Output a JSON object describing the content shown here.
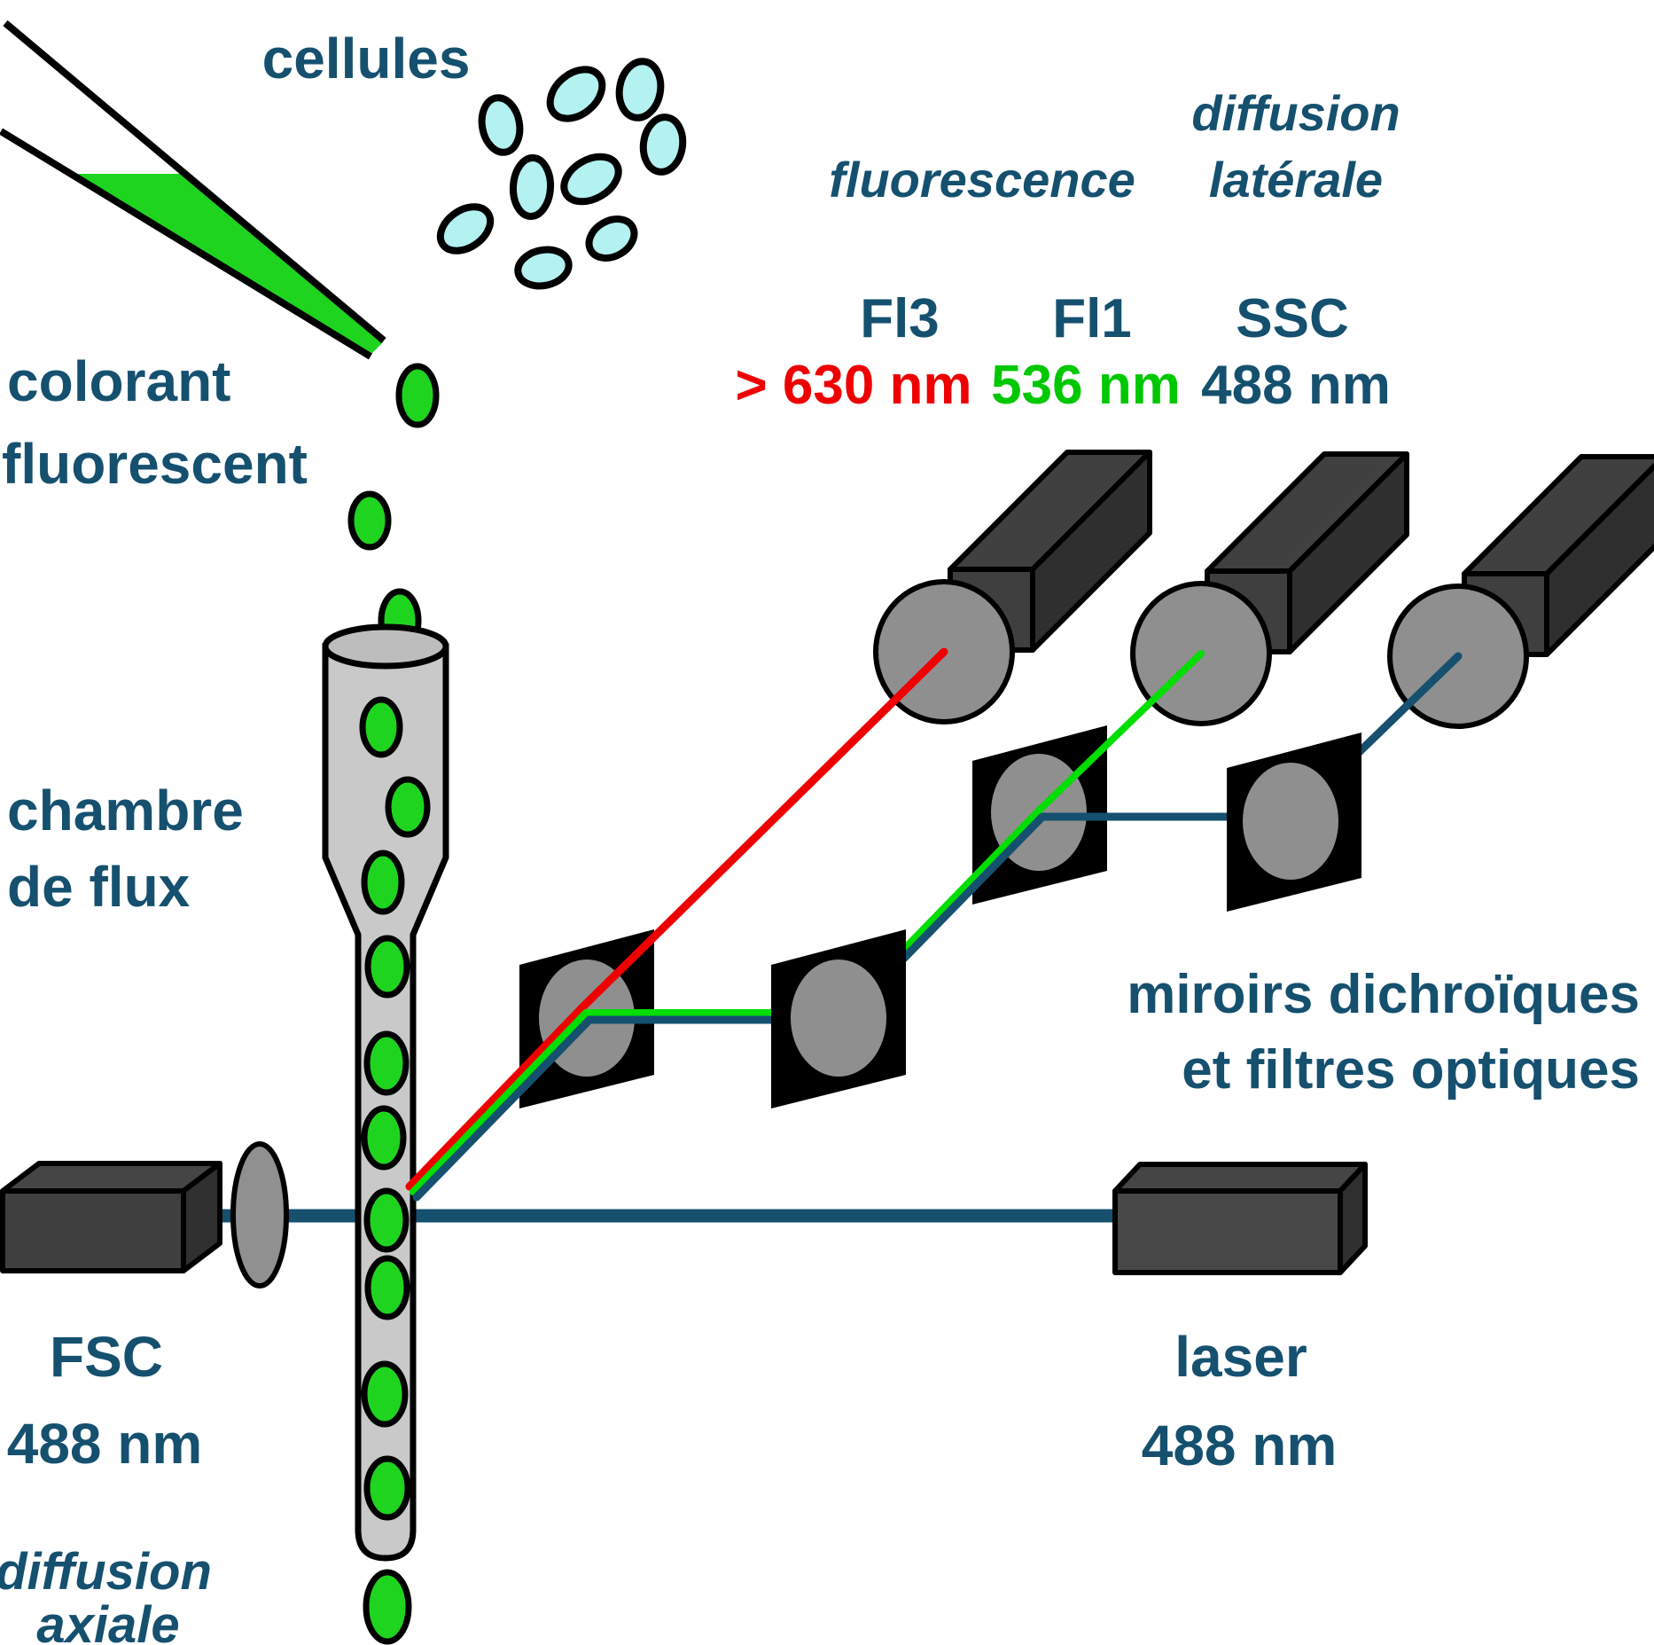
{
  "diagram": "flow-cytometer",
  "labels": {
    "cells": "cellules",
    "dye_line1": "colorant",
    "dye_line2": "fluorescent",
    "chamber_line1": "chambre",
    "chamber_line2": "de flux",
    "fluorescence_title": "fluorescence",
    "side_scatter_line1": "diffusion",
    "side_scatter_line2": "latérale",
    "fl3": "Fl3",
    "fl1": "Fl1",
    "ssc": "SSC",
    "fl3_wavelength": "> 630 nm",
    "fl1_wavelength": "536 nm",
    "ssc_wavelength": "488 nm",
    "mirrors_line1": "miroirs dichroïques",
    "mirrors_line2": "et filtres optiques",
    "laser": "laser",
    "laser_wavelength": "488 nm",
    "fsc": "FSC",
    "fsc_wavelength": "488 nm",
    "axial_scatter_line1": "diffusion",
    "axial_scatter_line2": "axiale"
  },
  "colors": {
    "label_blue": "#15506F",
    "beam_blue_488nm": "#15506F",
    "beam_red_630nm": "#EE0000",
    "beam_green_536nm": "#00DE00",
    "cell_cyan": "#B4F1F1",
    "dye_green": "#1FD41F",
    "flow_cell_gray": "#C9C9C9",
    "lens_gray": "#909090",
    "mirror_black": "#000000",
    "mirror_window_gray": "#8F8F8F",
    "detector_dark_gray": "#3F3F3F"
  }
}
